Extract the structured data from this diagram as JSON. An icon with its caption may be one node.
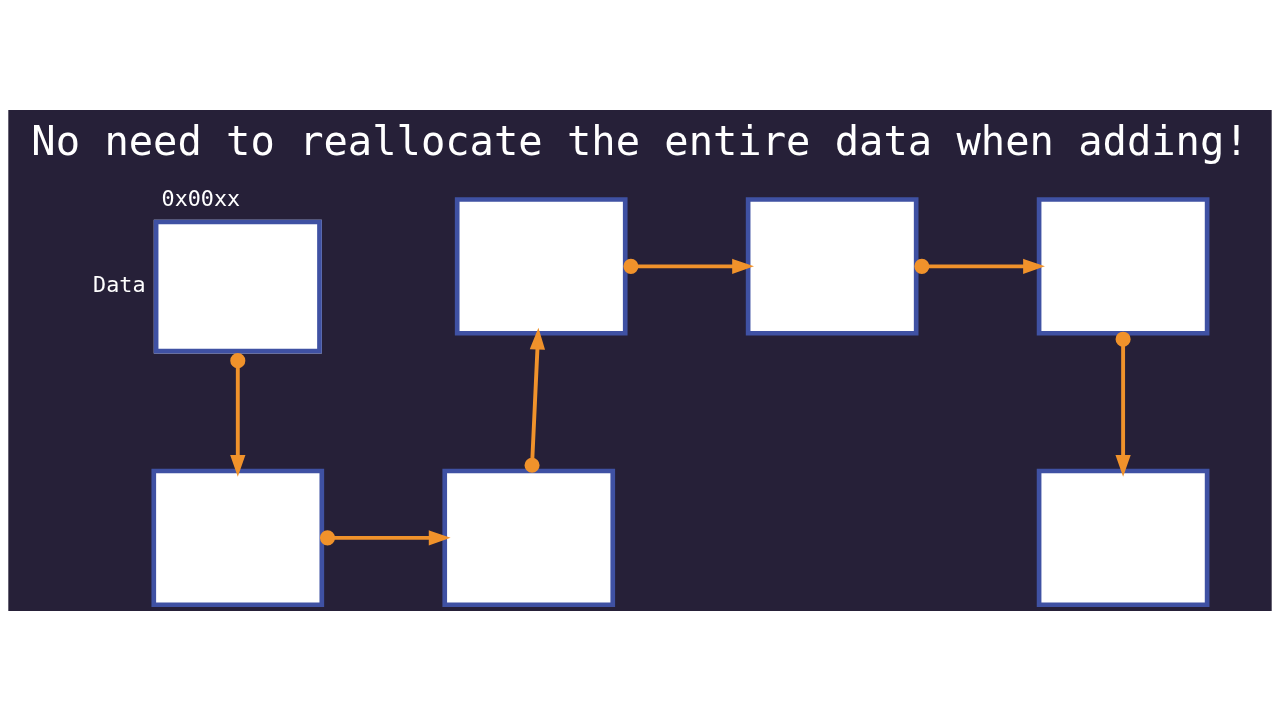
{
  "diagram": {
    "title": "No need to reallocate the entire data when adding!",
    "nodes": [
      {
        "text": [
          "0x00xx"
        ],
        "beside": [
          "Data"
        ]
      },
      {
        "text": [],
        "shape": "box"
      },
      {
        "text": [],
        "shape": "box"
      },
      {
        "text": [],
        "shape": "box"
      },
      {
        "text": [],
        "shape": "box"
      },
      {
        "text": [],
        "shape": "box"
      },
      {
        "text": [],
        "shape": "box"
      }
    ],
    "edges": [
      {
        "from": 0,
        "to": 1,
        "arrow": "to"
      },
      {
        "from": 1,
        "to": 4,
        "arrow": "to"
      },
      {
        "from": 4,
        "to": 2,
        "arrow": "to"
      },
      {
        "from": 2,
        "to": 3,
        "arrow": "to"
      },
      {
        "from": 3,
        "to": 5,
        "arrow": "to"
      },
      {
        "from": 5,
        "to": 6,
        "arrow": "to"
      }
    ]
  }
}
